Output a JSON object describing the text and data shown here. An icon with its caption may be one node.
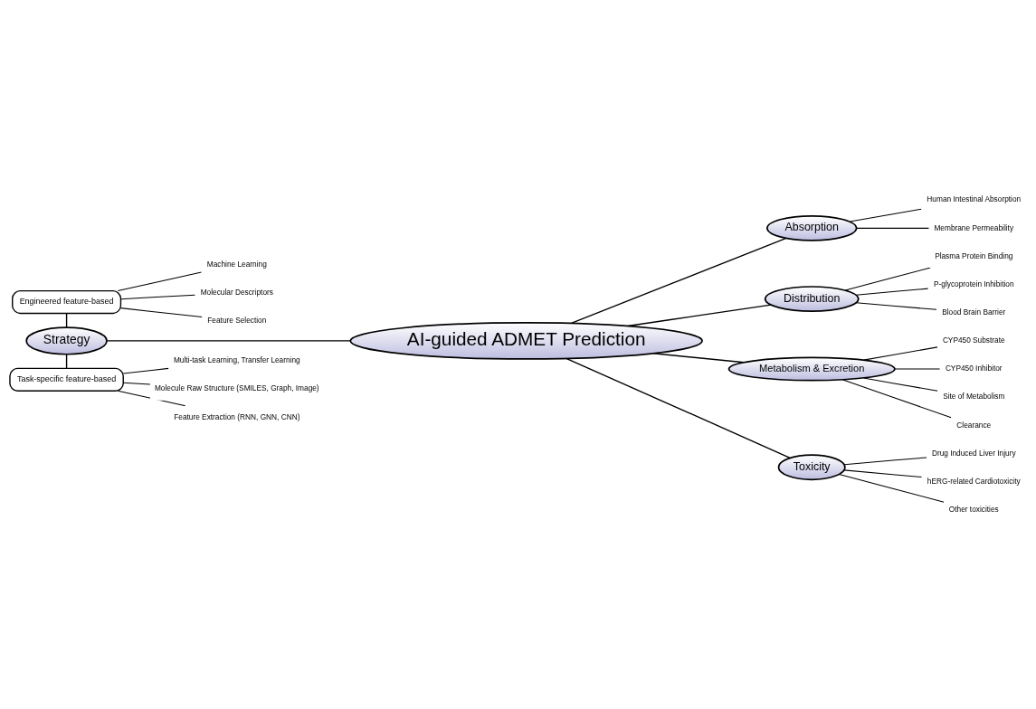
{
  "diagram": {
    "nodes": [
      {
        "text": [
          "Strategy"
        ]
      },
      {
        "text": [
          "Engineered feature-based"
        ]
      },
      {
        "text": [
          "Molecular Descriptors"
        ]
      },
      {
        "text": [
          "Feature Selection"
        ]
      },
      {
        "text": [
          "Machine Learning"
        ]
      },
      {
        "text": [
          "Task-specific feature-based"
        ]
      },
      {
        "text": [
          "Molecule Raw Structure (SMILES, Graph, Image)"
        ]
      },
      {
        "text": [
          "Feature Extraction (RNN, GNN, CNN)"
        ]
      },
      {
        "text": [
          "Multi-task Learning, Transfer Learning"
        ]
      },
      {
        "text": [
          "AI-guided ADMET Prediction"
        ]
      },
      {
        "text": [
          "Absorption"
        ]
      },
      {
        "text": [
          "Human Intestinal Absorption"
        ]
      },
      {
        "text": [
          "Membrane Permeability"
        ]
      },
      {
        "text": [
          "Distribution"
        ]
      },
      {
        "text": [
          "Plasma Protein Binding"
        ]
      },
      {
        "text": [
          "P-glycoprotein Inhibition"
        ]
      },
      {
        "text": [
          "Blood Brain Barrier"
        ]
      },
      {
        "text": [
          "Metabolism & Excretion"
        ]
      },
      {
        "text": [
          "CYP450 Substrate"
        ]
      },
      {
        "text": [
          "CYP450 Inhibitor"
        ]
      },
      {
        "text": [
          "Site of Metabolism"
        ]
      },
      {
        "text": [
          "Clearance"
        ]
      },
      {
        "text": [
          "Toxicity"
        ]
      },
      {
        "text": [
          "Drug Induced Liver Injury"
        ]
      },
      {
        "text": [
          "hERG-related Cardiotoxicity"
        ]
      },
      {
        "text": [
          "Other toxicities"
        ]
      }
    ],
    "edges": [
      {
        "from": 0,
        "to": 1,
        "arrow": "none"
      },
      {
        "from": 1,
        "to": 2,
        "arrow": "none"
      },
      {
        "from": 1,
        "to": 3,
        "arrow": "none"
      },
      {
        "from": 1,
        "to": 4,
        "arrow": "none"
      },
      {
        "from": 0,
        "to": 5,
        "arrow": "none"
      },
      {
        "from": 5,
        "to": 6,
        "arrow": "none"
      },
      {
        "from": 5,
        "to": 7,
        "arrow": "none"
      },
      {
        "from": 5,
        "to": 8,
        "arrow": "none"
      },
      {
        "from": 0,
        "to": 9,
        "arrow": "none"
      },
      {
        "from": 9,
        "to": 10,
        "arrow": "none"
      },
      {
        "from": 10,
        "to": 11,
        "arrow": "none"
      },
      {
        "from": 10,
        "to": 12,
        "arrow": "none"
      },
      {
        "from": 9,
        "to": 13,
        "arrow": "none"
      },
      {
        "from": 13,
        "to": 14,
        "arrow": "none"
      },
      {
        "from": 13,
        "to": 15,
        "arrow": "none"
      },
      {
        "from": 13,
        "to": 16,
        "arrow": "none"
      },
      {
        "from": 9,
        "to": 17,
        "arrow": "none"
      },
      {
        "from": 17,
        "to": 18,
        "arrow": "none"
      },
      {
        "from": 17,
        "to": 19,
        "arrow": "none"
      },
      {
        "from": 17,
        "to": 20,
        "arrow": "none"
      },
      {
        "from": 17,
        "to": 21,
        "arrow": "none"
      },
      {
        "from": 9,
        "to": 22,
        "arrow": "none"
      },
      {
        "from": 22,
        "to": 23,
        "arrow": "none"
      },
      {
        "from": 22,
        "to": 24,
        "arrow": "none"
      },
      {
        "from": 22,
        "to": 25,
        "arrow": "none"
      }
    ]
  }
}
